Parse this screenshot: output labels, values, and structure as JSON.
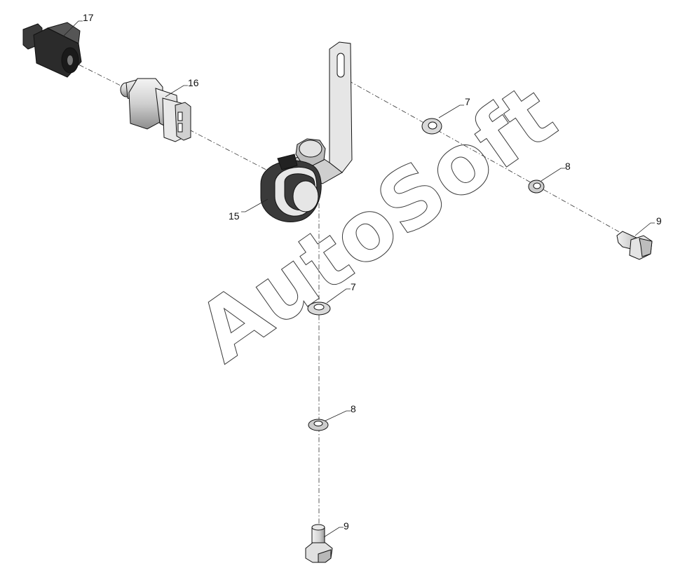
{
  "watermark": "AutoSoft",
  "callouts": {
    "p17": "17",
    "p16": "16",
    "p15": "15",
    "p7a": "7",
    "p8a": "8",
    "p9a": "9",
    "p7b": "7",
    "p8b": "8",
    "p9b": "9"
  },
  "colors": {
    "dark_part": "#3a3a3a",
    "light_part": "#e4e4e4",
    "mid_part": "#bdbdbd",
    "line": "#111111"
  }
}
